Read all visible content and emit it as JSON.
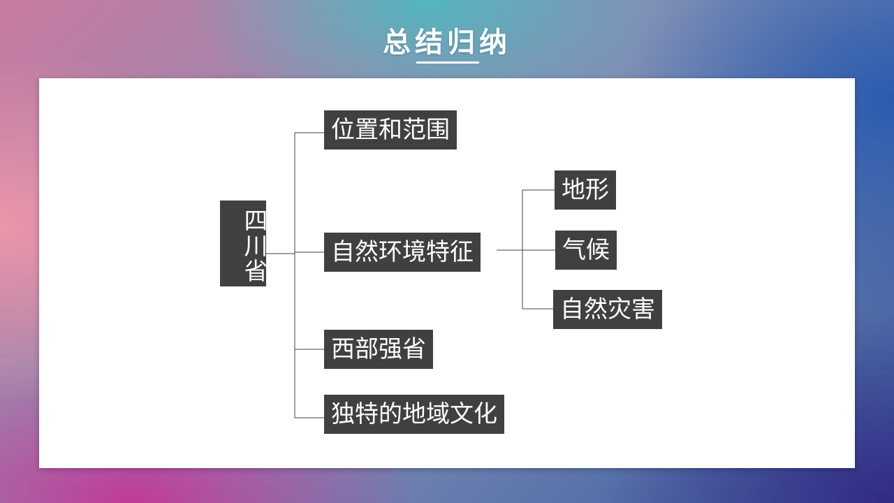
{
  "title": "总结归纳",
  "diagram": {
    "root": "四川省",
    "branches": [
      {
        "label": "位置和范围"
      },
      {
        "label": "自然环境特征",
        "children": [
          "地形",
          "气候",
          "自然灾害"
        ]
      },
      {
        "label": "西部强省"
      },
      {
        "label": "独特的地域文化"
      }
    ]
  },
  "colors": {
    "node_bg": "#404040",
    "node_text": "#ffffff",
    "line": "#404040",
    "panel": "#ffffff"
  }
}
